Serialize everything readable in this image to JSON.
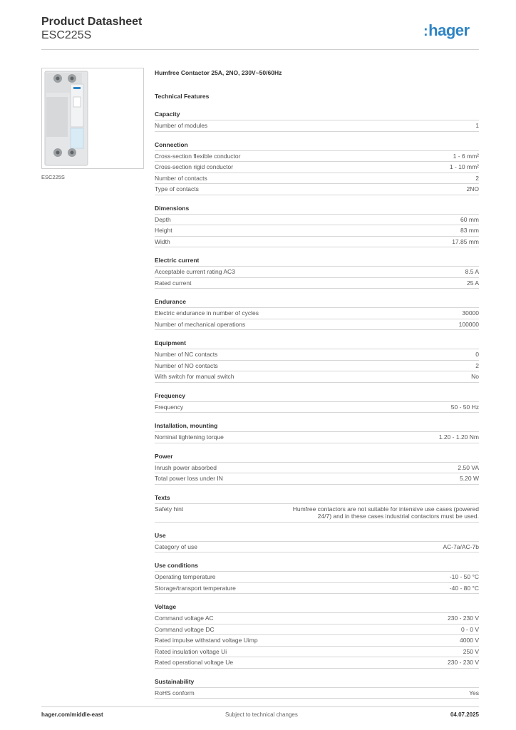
{
  "header": {
    "title": "Product Datasheet",
    "reference": "ESC225S",
    "logo_text": "hager"
  },
  "product": {
    "image_caption": "ESC225S",
    "description": "Humfree Contactor 25A, 2NO, 230V~50/60Hz",
    "features_heading": "Technical Features"
  },
  "sections": [
    {
      "title": "Capacity",
      "rows": [
        {
          "label": "Number of modules",
          "value": "1"
        }
      ]
    },
    {
      "title": "Connection",
      "rows": [
        {
          "label": "Cross-section flexible conductor",
          "value": "1 - 6 mm²"
        },
        {
          "label": "Cross-section rigid conductor",
          "value": "1 - 10 mm²"
        },
        {
          "label": "Number of contacts",
          "value": "2"
        },
        {
          "label": "Type of contacts",
          "value": "2NO"
        }
      ]
    },
    {
      "title": "Dimensions",
      "rows": [
        {
          "label": "Depth",
          "value": "60 mm"
        },
        {
          "label": "Height",
          "value": "83 mm"
        },
        {
          "label": "Width",
          "value": "17.85 mm"
        }
      ]
    },
    {
      "title": "Electric current",
      "rows": [
        {
          "label": "Acceptable current rating AC3",
          "value": "8.5 A"
        },
        {
          "label": "Rated current",
          "value": "25 A"
        }
      ]
    },
    {
      "title": "Endurance",
      "rows": [
        {
          "label": "Electric endurance in number of cycles",
          "value": "30000"
        },
        {
          "label": "Number of mechanical operations",
          "value": "100000"
        }
      ]
    },
    {
      "title": "Equipment",
      "rows": [
        {
          "label": "Number of NC contacts",
          "value": "0"
        },
        {
          "label": "Number of NO contacts",
          "value": "2"
        },
        {
          "label": "With switch for manual switch",
          "value": "No"
        }
      ]
    },
    {
      "title": "Frequency",
      "rows": [
        {
          "label": "Frequency",
          "value": "50 - 50 Hz"
        }
      ]
    },
    {
      "title": "Installation, mounting",
      "rows": [
        {
          "label": "Nominal tightening torque",
          "value": "1.20 - 1.20 Nm"
        }
      ]
    },
    {
      "title": "Power",
      "rows": [
        {
          "label": "Inrush power absorbed",
          "value": "2.50 VA"
        },
        {
          "label": "Total power loss under IN",
          "value": "5.20 W"
        }
      ]
    },
    {
      "title": "Texts",
      "rows": [
        {
          "label": "Safety hint",
          "value": "Humfree contactors are not suitable for intensive use cases (powered 24/7) and in these cases industrial contactors must be used."
        }
      ]
    },
    {
      "title": "Use",
      "rows": [
        {
          "label": "Category of use",
          "value": "AC-7a/AC-7b"
        }
      ]
    },
    {
      "title": "Use conditions",
      "rows": [
        {
          "label": "Operating temperature",
          "value": "-10 - 50 °C"
        },
        {
          "label": "Storage/transport temperature",
          "value": "-40 - 80 °C"
        }
      ]
    },
    {
      "title": "Voltage",
      "rows": [
        {
          "label": "Command voltage AC",
          "value": "230 - 230 V"
        },
        {
          "label": "Command voltage DC",
          "value": "0 - 0 V"
        },
        {
          "label": "Rated impulse withstand voltage Uimp",
          "value": "4000 V"
        },
        {
          "label": "Rated insulation voltage Ui",
          "value": "250 V"
        },
        {
          "label": "Rated operational voltage Ue",
          "value": "230 - 230 V"
        }
      ]
    },
    {
      "title": "Sustainability",
      "rows": [
        {
          "label": "RoHS conform",
          "value": "Yes"
        }
      ]
    }
  ],
  "footer": {
    "website": "hager.com/middle-east",
    "note": "Subject to technical changes",
    "date": "04.07.2025"
  },
  "colors": {
    "brand": "#2f84c4",
    "rule": "#d6d6d6"
  }
}
